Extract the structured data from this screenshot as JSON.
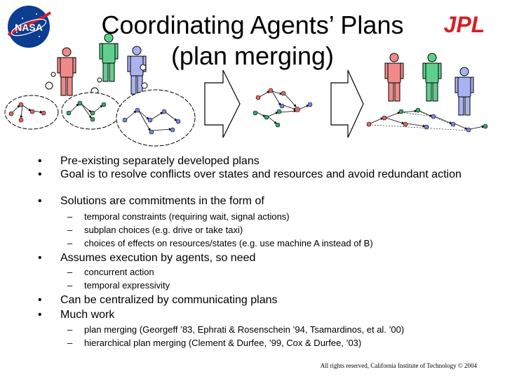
{
  "header": {
    "title_line1": "Coordinating Agents’ Plans",
    "title_line2": "(plan merging)",
    "nasa_logo_text": "NASA",
    "jpl_logo_text": "JPL"
  },
  "colors": {
    "agent_red": "#f08a8a",
    "agent_green": "#5fd08c",
    "agent_blue": "#a9b3f0",
    "node_red": "#e46464",
    "node_green": "#3aa46a",
    "node_blue": "#7c86e6",
    "jpl_red": "#d61f26",
    "nasa_blue": "#0b3d91"
  },
  "bullets": [
    {
      "text": "Pre-existing separately developed plans"
    },
    {
      "text": "Goal is to resolve conflicts over states and resources and avoid redundant action"
    },
    {
      "text": "Solutions are commitments in the form of",
      "subs": [
        "temporal constraints (requiring wait, signal actions)",
        "subplan choices (e.g. drive or take taxi)",
        "choices of effects on resources/states (e.g. use machine A instead of B)"
      ]
    },
    {
      "text": "Assumes execution by agents, so need",
      "subs": [
        "concurrent action",
        "temporal expressivity"
      ]
    },
    {
      "text": "Can be centralized by communicating plans"
    },
    {
      "text": "Much work",
      "subs": [
        "plan merging (Georgeff ’83, Ephrati & Rosenschein ’94, Tsamardinos, et al. ’00)",
        "hierarchical plan merging (Clement & Durfee, ’99, Cox & Durfee, ’03)"
      ]
    }
  ],
  "footer": "All rights reserved, California Institute of Technology © 2004"
}
